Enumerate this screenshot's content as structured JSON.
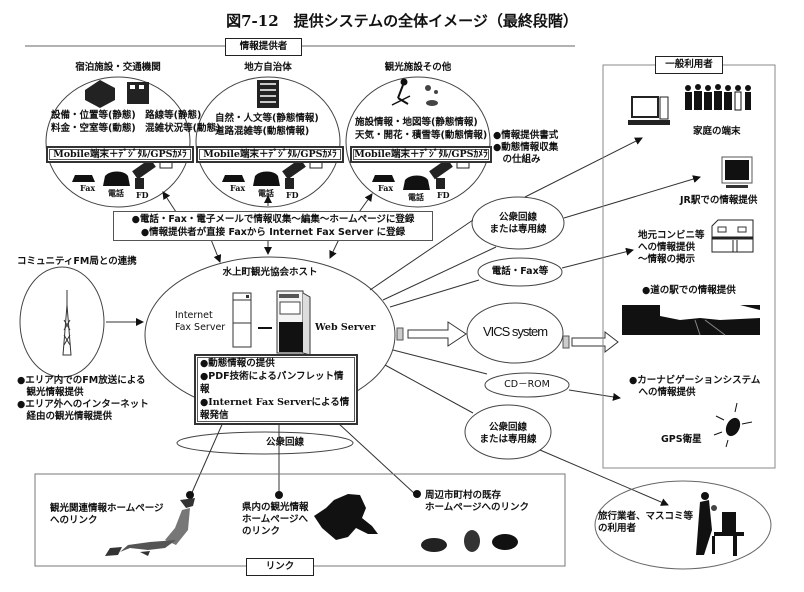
{
  "title": "図7-12　提供システムの全体イメージ（最終段階）",
  "sections": {
    "providers_label": "情報提供者",
    "users_label": "一般利用者",
    "link_label": "リンク"
  },
  "providers": [
    {
      "name": "宿泊施設・交通機関",
      "lines": [
        "設備・位置等(静態)　路線等(静態)",
        "料金・空室等(動態)　混雑状況等(動態)"
      ],
      "mobile": "Mobile端末＋ﾃﾞｼﾞﾀﾙ/GPSｶﾒﾗ"
    },
    {
      "name": "地方自治体",
      "lines": [
        "自然・人文等(静態情報)",
        "道路混雑等(動態情報)"
      ],
      "mobile": "Mobile端末＋ﾃﾞｼﾞﾀﾙ/GPSｶﾒﾗ"
    },
    {
      "name": "観光施設その他",
      "lines": [
        "施設情報・地図等(静態情報)",
        "天気・開花・積雪等(動態情報)"
      ],
      "mobile": "Mobile端末＋ﾃﾞｼﾞﾀﾙ/GPSｶﾒﾗ"
    }
  ],
  "device_labels": {
    "fax": "Fax",
    "phone": "電話",
    "fd": "FD"
  },
  "provider_notes": [
    "●情報提供書式",
    "●動態情報収集",
    "　の仕組み"
  ],
  "collection_box": [
    "●電話・Fax・電子メールで情報収集～編集～ホームページに登録",
    "●情報提供者が直接 Faxから Internet Fax Server に登録"
  ],
  "fm": {
    "title": "コミュニティFM局との連携",
    "notes": [
      "●エリア内でのFM放送による",
      "　観光情報提供",
      "●エリア外へのインターネット",
      "　経由の観光情報提供"
    ]
  },
  "host": {
    "title": "水上町観光協会ホスト",
    "fax_server": [
      "Internet",
      "Fax  Server"
    ],
    "web_server": "Web Server",
    "features": [
      "●動態情報の提供",
      "●PDF技術によるパンフレット情報",
      "●Internet Fax Serverによる情報発信"
    ]
  },
  "channels": {
    "public_line_1": [
      "公衆回線",
      "または専用線"
    ],
    "phone_fax": "電話・Fax等",
    "vics": "VICS system",
    "cdrom": "CD－ROM",
    "public_line_2": [
      "公衆回線",
      "または専用線"
    ],
    "public_line_3": "公衆回線"
  },
  "users": {
    "home": "家庭の端末",
    "jr": "JR駅での情報提供",
    "convenience": [
      "地元コンビニ等",
      "への情報提供",
      "～情報の掲示"
    ],
    "michinoeki": "●道の駅での情報提供",
    "carnav": [
      "●カーナビゲーションシステム",
      "　への情報提供"
    ],
    "gps": "GPS衛星"
  },
  "travel_agents": [
    "旅行業者、マスコミ等",
    "の利用者"
  ],
  "links": {
    "tourism_hp": [
      "観光関連情報ホームページ",
      "へのリンク"
    ],
    "prefecture_hp": [
      "県内の観光情報",
      "ホームページへ",
      "のリンク"
    ],
    "municipal_hp": [
      "周辺市町村の既存",
      "ホームページへのリンク"
    ]
  }
}
